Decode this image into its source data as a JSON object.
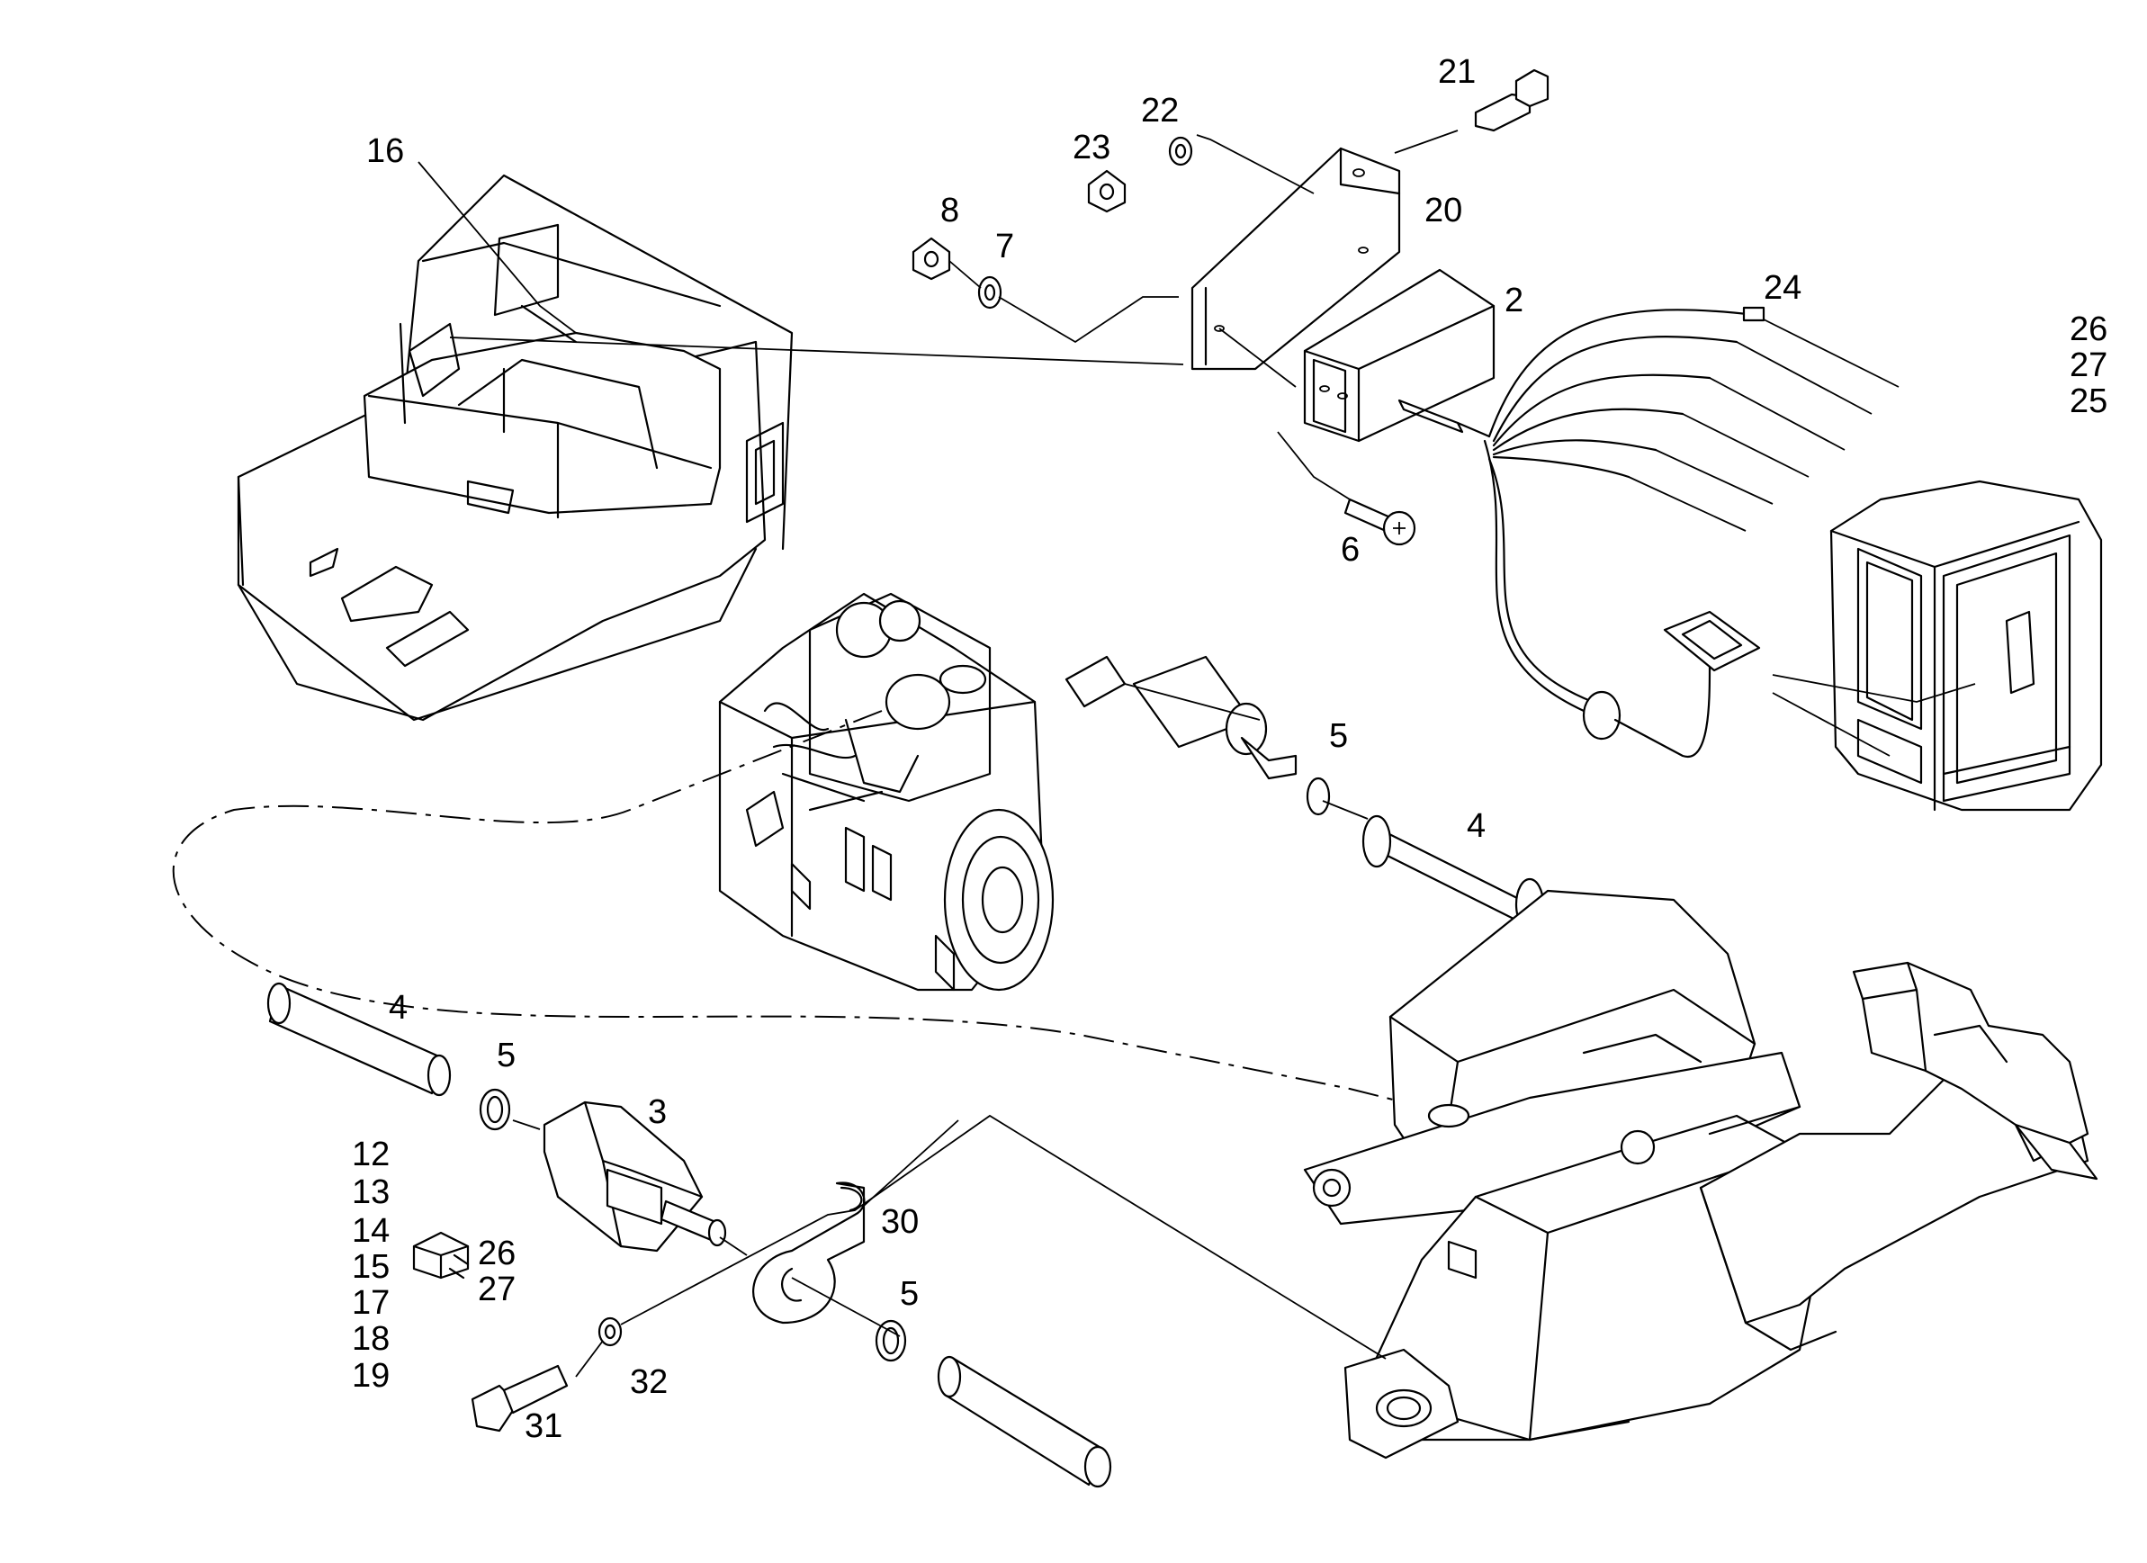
{
  "callouts": {
    "c16": "16",
    "c21": "21",
    "c22": "22",
    "c23": "23",
    "c20": "20",
    "c8": "8",
    "c7": "7",
    "c2": "2",
    "c24": "24",
    "c26a": "26",
    "c27a": "27",
    "c25": "25",
    "c6": "6",
    "c5a": "5",
    "c4a": "4",
    "c4b": "4",
    "c5b": "5",
    "c3": "3",
    "c12": "12",
    "c13": "13",
    "c14": "14",
    "c15": "15",
    "c17": "17",
    "c18": "18",
    "c19": "19",
    "c26b": "26",
    "c27b": "27",
    "c30": "30",
    "c5c": "5",
    "c32": "32",
    "c31": "31"
  }
}
